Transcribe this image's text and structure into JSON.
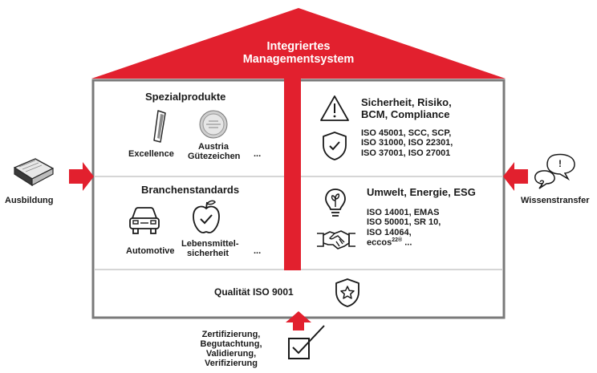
{
  "roof": {
    "title_line1": "Integriertes",
    "title_line2": "Managementsystem"
  },
  "spezialprodukte": {
    "title": "Spezialprodukte",
    "item1": "Excellence",
    "item2_line1": "Austria",
    "item2_line2": "Gütezeichen",
    "more": "..."
  },
  "branchenstandards": {
    "title": "Branchenstandards",
    "item1": "Automotive",
    "item2_line1": "Lebensmittel-",
    "item2_line2": "sicherheit",
    "more": "..."
  },
  "sicherheit": {
    "title_line1": "Sicherheit, Risiko,",
    "title_line2": "BCM, Compliance",
    "norms_line1": "ISO 45001, SCC, SCP,",
    "norms_line2": "ISO 31000, ISO 22301,",
    "norms_line3": "ISO 37001, ISO 27001"
  },
  "umwelt": {
    "title": "Umwelt, Energie, ESG",
    "norms_line1": "ISO 14001, EMAS",
    "norms_line2": "ISO 50001, SR 10,",
    "norms_line3": "ISO 14064,",
    "norms_line4_base": "eccos",
    "norms_line4_sup": "22®",
    "norms_line4_more": " ..."
  },
  "foundation": {
    "title": "Qualität ISO 9001"
  },
  "left": {
    "label": "Ausbildung"
  },
  "right": {
    "label": "Wissenstransfer",
    "bubble1": "!",
    "bubble2": "?"
  },
  "bottom": {
    "line1": "Zertifizierung,",
    "line2": "Begutachtung,",
    "line3": "Validierung,",
    "line4": "Verifizierung"
  },
  "colors": {
    "accent": "#e2202e",
    "frame": "#7a7a7a",
    "divider": "#c8c8c8",
    "text": "#1a1a1a"
  }
}
